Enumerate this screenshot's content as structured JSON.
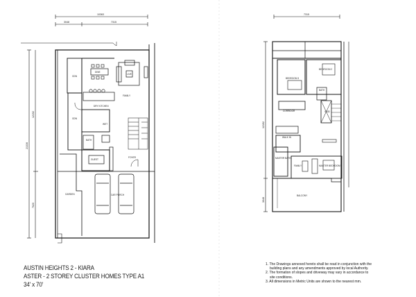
{
  "title_block": {
    "project": "AUSTIN HEIGHTS 2 - KIARA",
    "house_type": "ASTER - 2 STOREY CLUSTER HOMES TYPE A1",
    "lot_size": "34' x 70'"
  },
  "notes": [
    {
      "num": "1.",
      "line1": "The Drawings annexed hereto shall be read in conjunction with the",
      "line2": "building plans and any amendments approved by local Authority."
    },
    {
      "num": "2.",
      "line1": "The formation of slopes and driveway may vary in accordance to",
      "line2": "site conditions."
    },
    {
      "num": "3.",
      "line1": "All dimensions in Metric Units are shown to the nearest mm.",
      "line2": ""
    }
  ],
  "ground_floor": {
    "dim_overall_width": "10363",
    "dim_side": "3048",
    "dim_house_width": "7315",
    "dim_overall_depth": "21336",
    "dim_house_depth": "12192",
    "dim_porch_depth": "7620",
    "rooms": {
      "garden_top": "GDN",
      "dining": "DINE",
      "living": "LIVE",
      "family": "FAMILY",
      "dry_kitchen": "DRY KITCHEN",
      "garden_side": "GDN",
      "wet_kitchen": "WET",
      "bath": "BATH",
      "guest_room": "GUEST",
      "foyer": "FOYER",
      "garden_front": "GARDEN",
      "car_porch": "CAR PORCH"
    }
  },
  "first_floor": {
    "dim_width": "7315",
    "dim_depth": "12192",
    "dim_balcony": "3048",
    "rooms": {
      "bedroom_3": "BEDROOM 3",
      "bedroom_2": "BEDROOM 2",
      "bath": "BATH",
      "corridor": "CORRIDOR",
      "master_bath": "MASTER BATH",
      "walk_in": "WALK IN",
      "family": "FAMILY",
      "master_bedroom": "MASTER BEDROOM",
      "void": "VOID",
      "balcony": "BALCONY"
    }
  }
}
